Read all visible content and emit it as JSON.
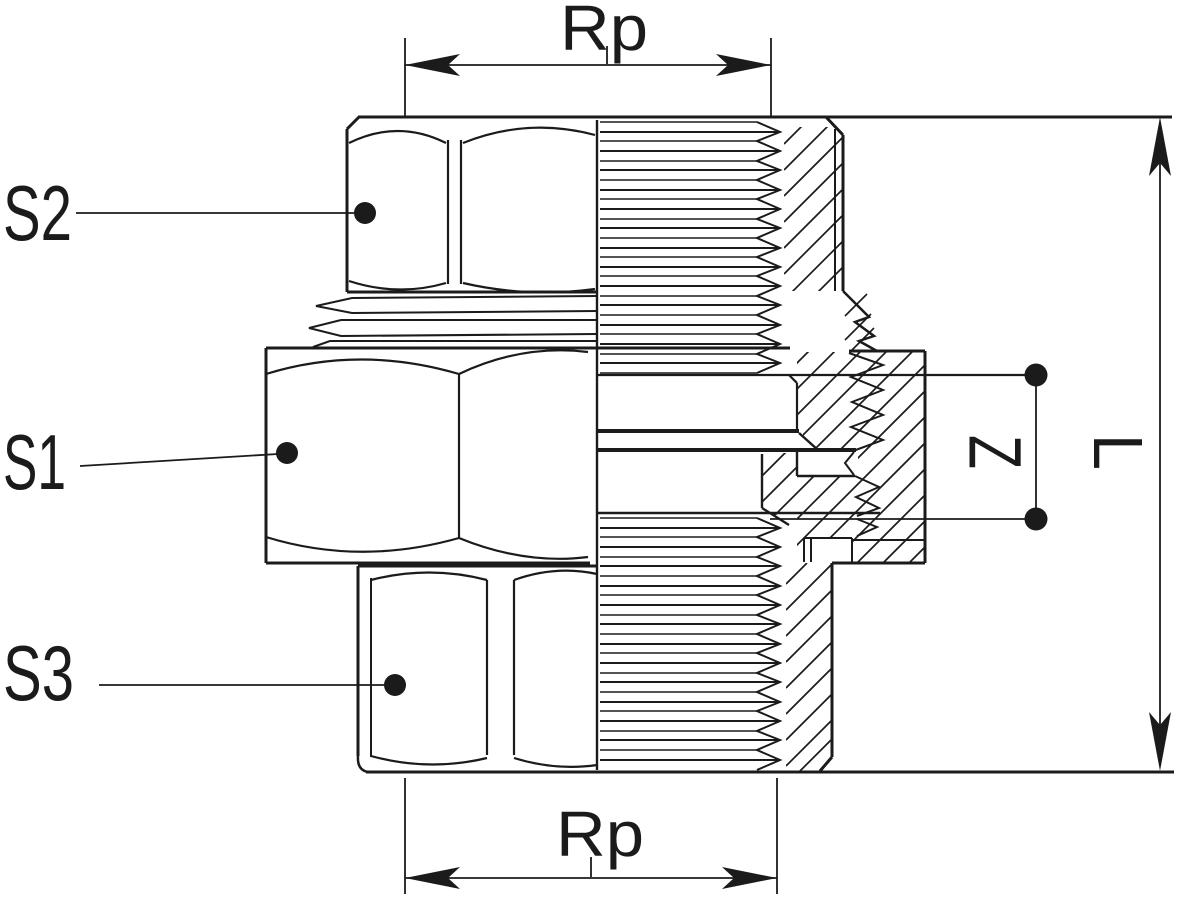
{
  "drawing": {
    "part_labels": {
      "s2": "S2",
      "s1": "S1",
      "s3": "S3"
    },
    "dimensions": {
      "rp_top": "Rp",
      "rp_bottom": "Rp",
      "z": "Z",
      "l": "L"
    }
  },
  "colors": {
    "line": "#1b1b1b",
    "background": "#ffffff"
  }
}
